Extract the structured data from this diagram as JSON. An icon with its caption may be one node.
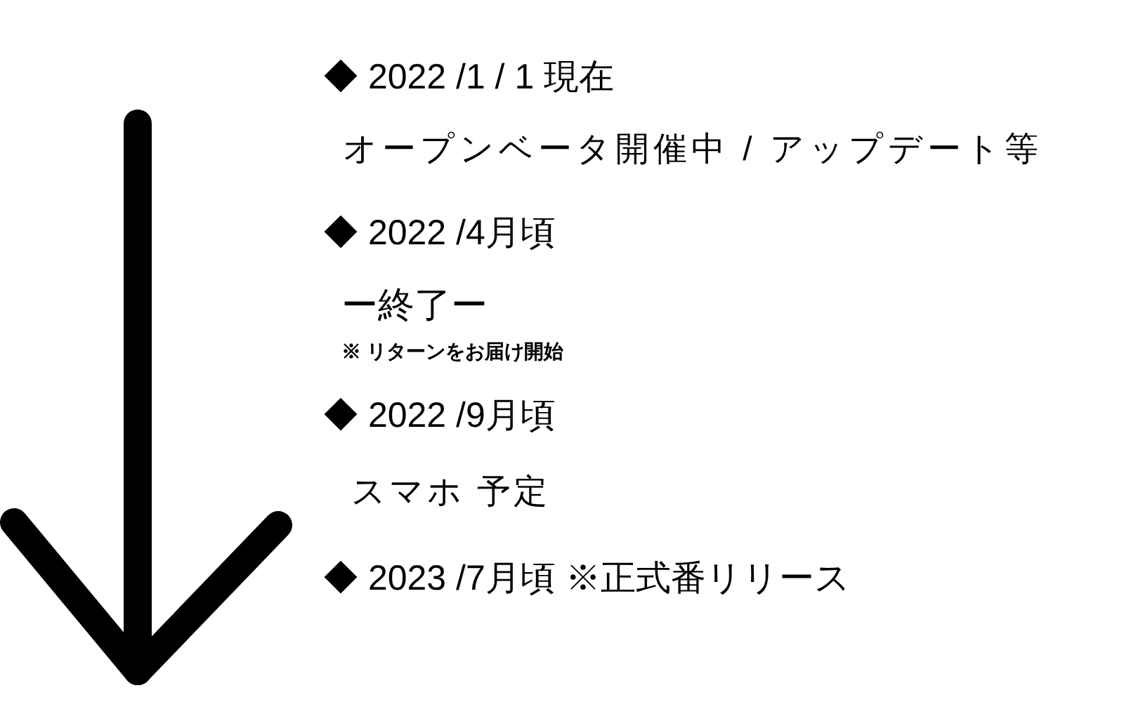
{
  "diagram": {
    "labels": [
      "◆ 2022 /1 / 1 現在",
      "オープンベータ開催中 / アップデート等",
      "◆ 2022 /4月頃",
      "ー終了ー",
      "※ リターンをお届け開始",
      "◆ 2022 /9月頃",
      "スマホ 予定",
      "◆ 2023 /7月頃 ※正式番リリース"
    ]
  }
}
